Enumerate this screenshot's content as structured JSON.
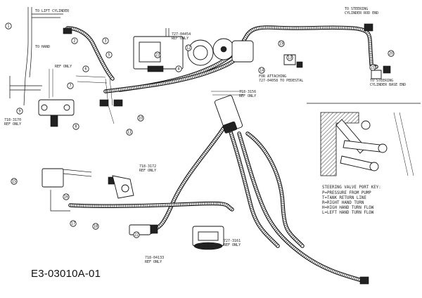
{
  "labels": {
    "lift_cylinder": "TO LIFT CYLINDER",
    "lift_cylinder_rod": "TO STEERING\nCYLINDER ROD END",
    "steering_cylinder": "TO STEERING\nCYLINDER BASE END",
    "pedestal": "FOR ATTACHING\n727-04058 TO PEDESTAL",
    "note_a": "REF ONLY",
    "part_04454": "727-04454\nREF ONLY",
    "part_3156": "718-3156\nREF ONLY",
    "part_3170": "718-3170\nREF ONLY",
    "part_3172": "718-3172\nREF ONLY",
    "part_3161": "727-3161\nREF ONLY",
    "part_04133": "718-04133\nREF ONLY",
    "left_hand": "TO HAND"
  },
  "key": {
    "title": "STEERING VALVE PORT KEY:",
    "lines": [
      "P=PRESSURE FROM PUMP",
      "T=TANK RETURN LINE",
      "R=RIGHT HAND TURN",
      "H=HIGH HAND TURN FLOW",
      "L=LEFT HAND TURN FLOW"
    ]
  },
  "callouts": [
    "1",
    "2",
    "3",
    "4",
    "5",
    "6",
    "7",
    "8",
    "9",
    "10",
    "11",
    "12",
    "13",
    "14",
    "15",
    "16",
    "17",
    "18",
    "19",
    "20",
    "21",
    "22",
    "23"
  ],
  "reference_code": "E3-03010A-01"
}
